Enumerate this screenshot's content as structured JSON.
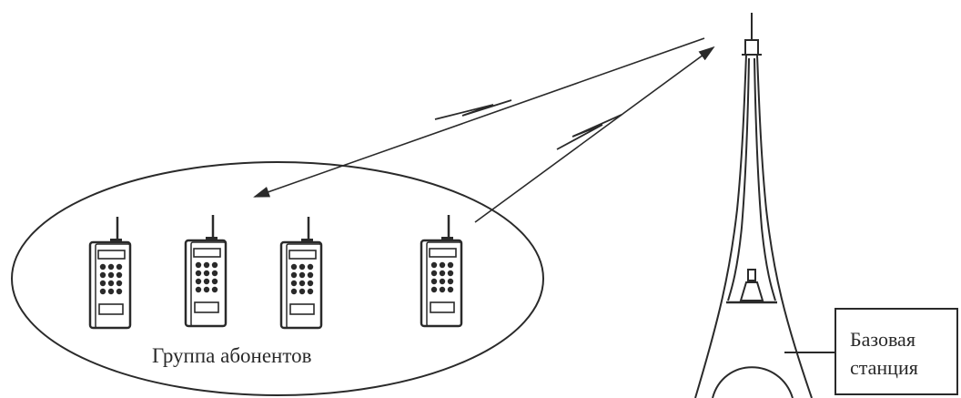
{
  "diagram": {
    "group_label": "Группа абонентов",
    "station_label_line1": "Базовая",
    "station_label_line2": "станция"
  },
  "colors": {
    "ink": "#2a2a2a",
    "background": "#ffffff"
  },
  "icons": [
    "mobile-phone-icon",
    "radio-tower-icon",
    "lightning-signal-icon"
  ]
}
